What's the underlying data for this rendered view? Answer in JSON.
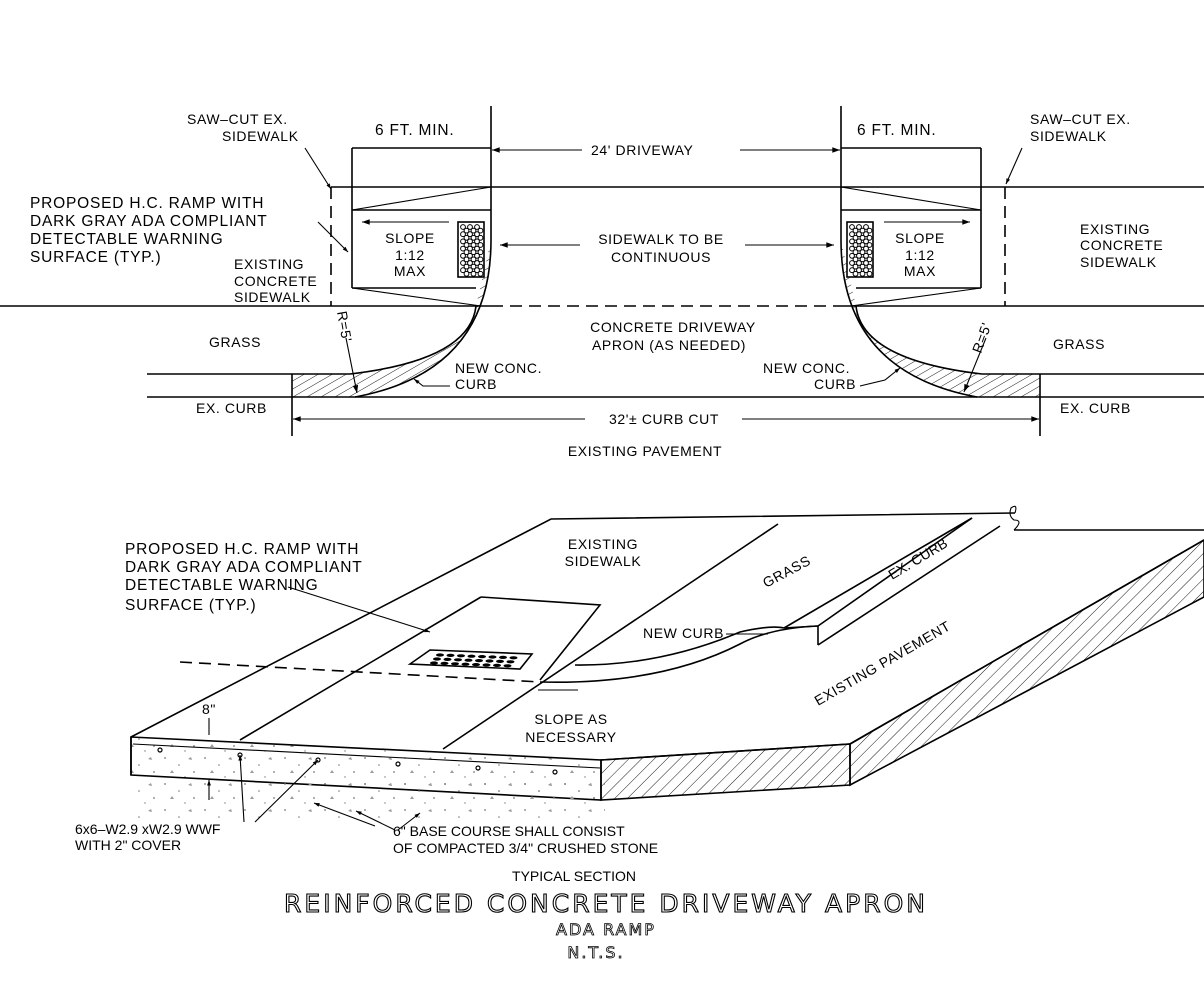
{
  "plan": {
    "saw_cut_left": [
      "SAW–CUT EX.",
      "SIDEWALK"
    ],
    "saw_cut_right": [
      "SAW–CUT EX.",
      "SIDEWALK"
    ],
    "min_left": "6 FT. MIN.",
    "min_right": "6 FT. MIN.",
    "driveway_width": "24' DRIVEWAY",
    "proposed_ramp": [
      "PROPOSED H.C. RAMP WITH",
      "DARK GRAY ADA COMPLIANT",
      "DETECTABLE WARNING",
      "SURFACE (TYP.)"
    ],
    "slope_left": [
      "SLOPE",
      "1:12",
      "MAX"
    ],
    "slope_right": [
      "SLOPE",
      "1:12",
      "MAX"
    ],
    "sidewalk_continuous": [
      "SIDEWALK TO BE",
      "CONTINUOUS"
    ],
    "existing_sidewalk_left": [
      "EXISTING",
      "CONCRETE",
      "SIDEWALK"
    ],
    "existing_sidewalk_right": [
      "EXISTING",
      "CONCRETE",
      "SIDEWALK"
    ],
    "radius_left": "R=5'",
    "radius_right": "R=5'",
    "grass_left": "GRASS",
    "grass_right": "GRASS",
    "apron": [
      "CONCRETE DRIVEWAY",
      "APRON (AS NEEDED)"
    ],
    "new_curb_left": [
      "NEW CONC.",
      "CURB"
    ],
    "new_curb_right": [
      "NEW CONC.",
      "CURB"
    ],
    "ex_curb_left": "EX. CURB",
    "ex_curb_right": "EX. CURB",
    "curb_cut": "32'± CURB CUT",
    "existing_pavement": "EXISTING PAVEMENT"
  },
  "section": {
    "proposed_ramp": [
      "PROPOSED H.C. RAMP WITH",
      "DARK GRAY ADA COMPLIANT",
      "DETECTABLE WARNING",
      "SURFACE (TYP.)"
    ],
    "existing_sidewalk": [
      "EXISTING",
      "SIDEWALK"
    ],
    "grass": "GRASS",
    "ex_curb": "EX. CURB",
    "new_curb": "NEW CURB",
    "existing_pavement": "EXISTING PAVEMENT",
    "slope": [
      "SLOPE AS",
      "NECESSARY"
    ],
    "thickness": "8\"",
    "wwf": [
      "6x6–W2.9 xW2.9 WWF",
      "WITH 2\" COVER"
    ],
    "base": [
      "6\" BASE COURSE SHALL CONSIST",
      "OF COMPACTED 3/4\" CRUSHED STONE"
    ]
  },
  "titles": {
    "typical": "TYPICAL SECTION",
    "main": "REINFORCED CONCRETE DRIVEWAY APRON",
    "sub": "ADA RAMP",
    "nts": "N.T.S."
  }
}
